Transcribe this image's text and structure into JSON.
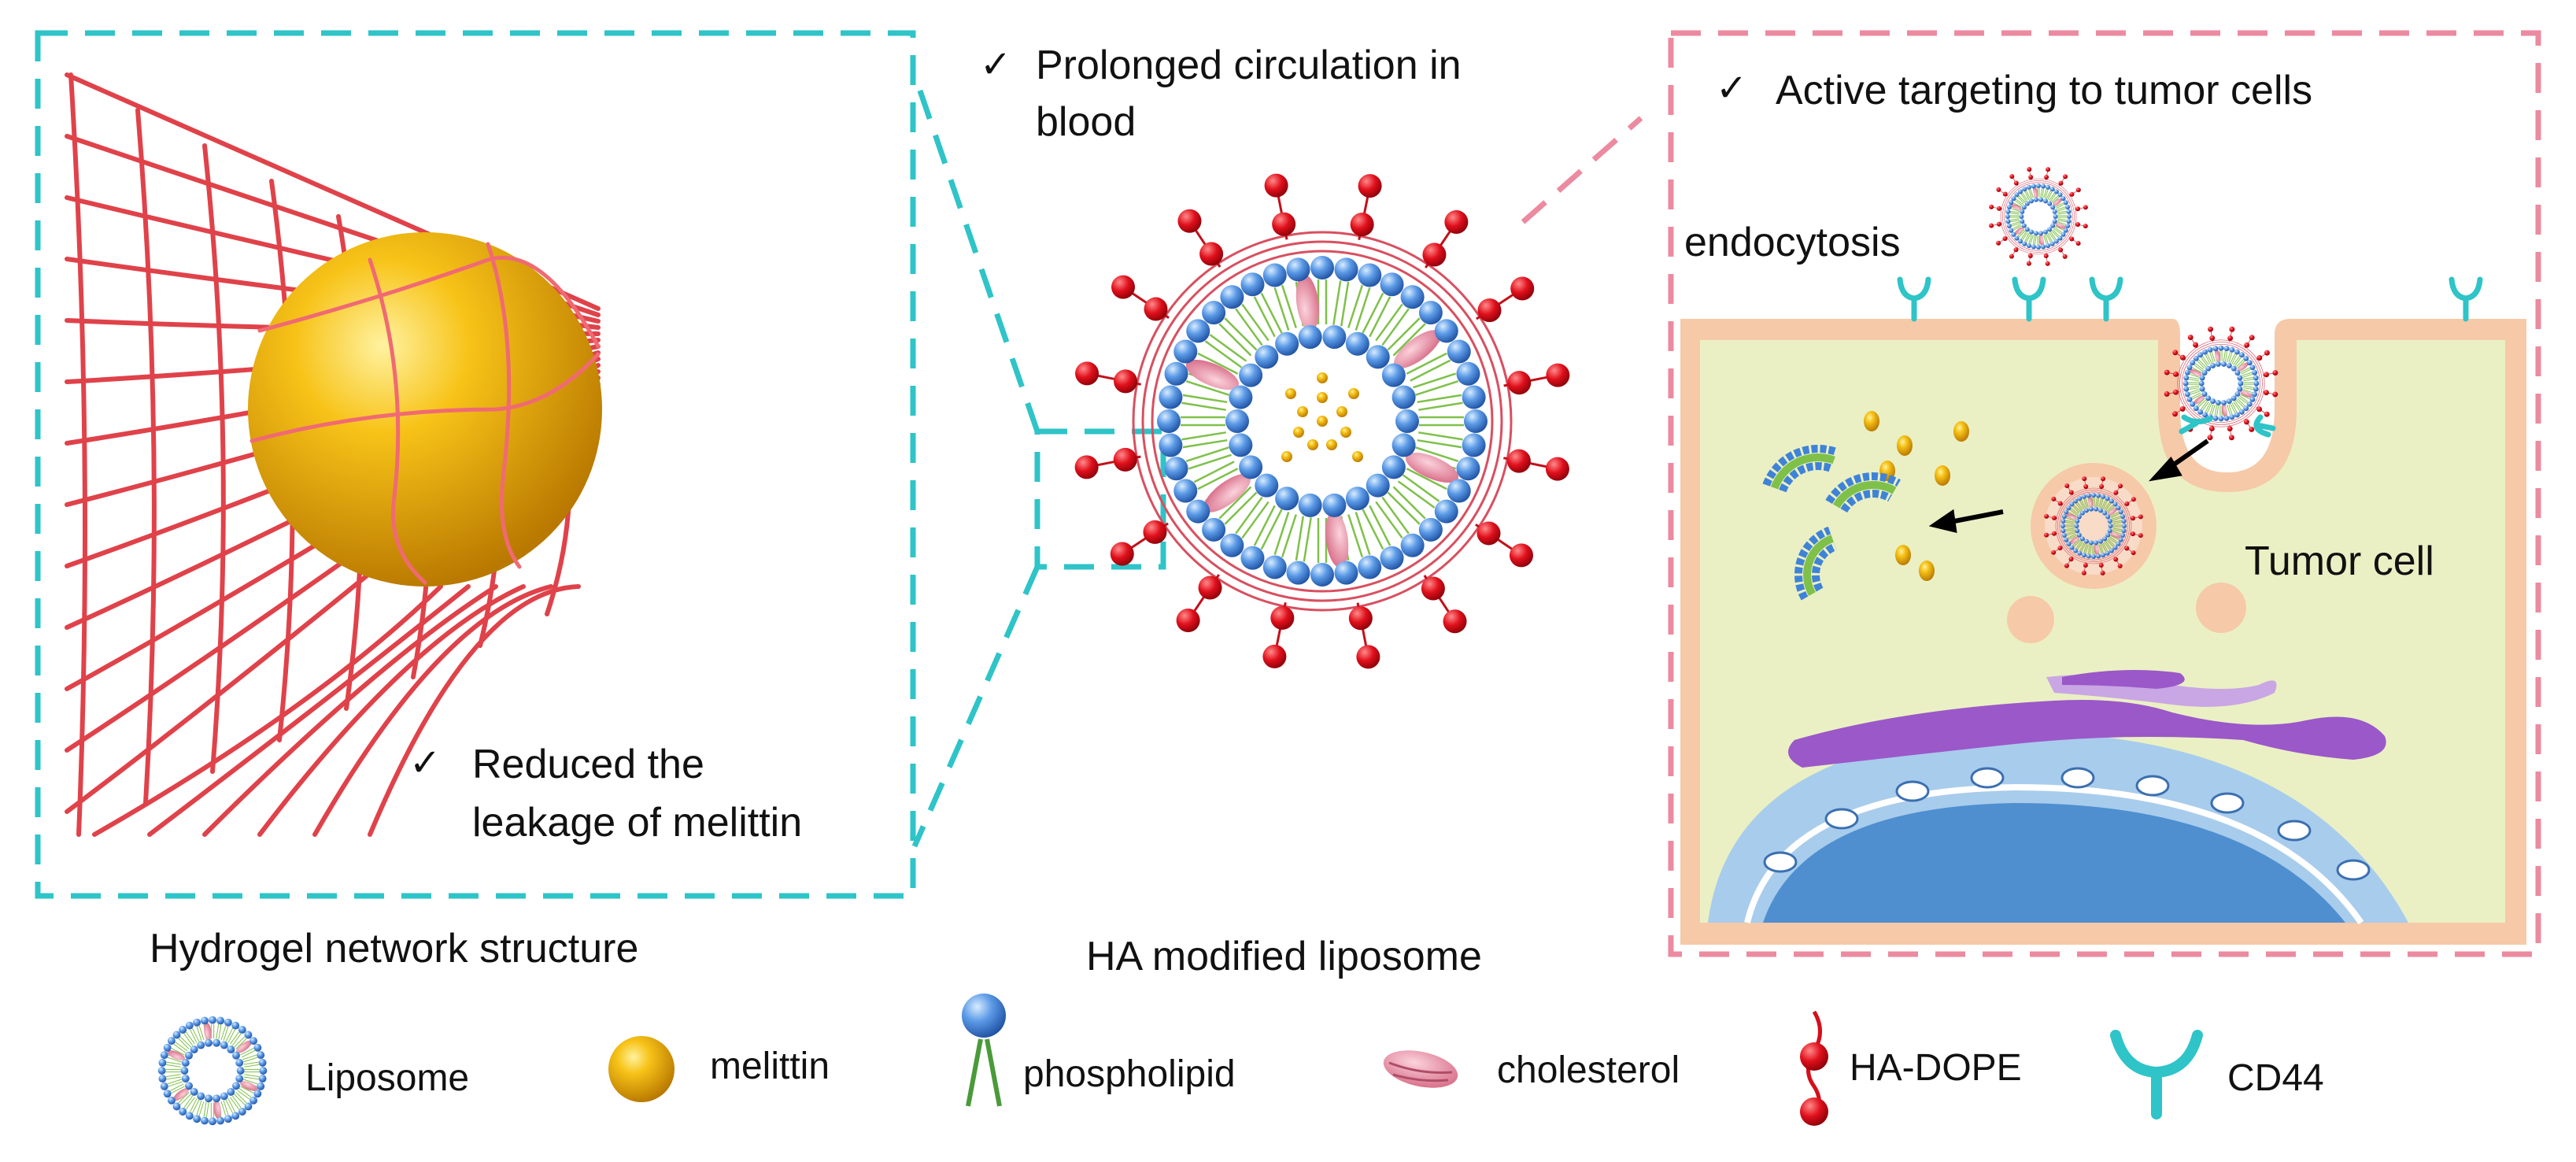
{
  "panels": {
    "hydrogel": {
      "note_line1": "Reduced the",
      "note_line2": "leakage of melittin",
      "caption": "Hydrogel network structure"
    },
    "liposome": {
      "note_line1": "Prolonged circulation in",
      "note_line2": "blood",
      "caption": "HA modified liposome"
    },
    "tumor": {
      "note": "Active targeting to tumor cells",
      "endocytosis_label": "endocytosis",
      "tumor_cell_label": "Tumor cell"
    }
  },
  "check_mark": "✓",
  "legend": [
    {
      "label": "Liposome",
      "icon": "liposome-icon"
    },
    {
      "label": "melittin",
      "icon": "melittin-icon"
    },
    {
      "label": "phospholipid",
      "icon": "phospholipid-icon"
    },
    {
      "label": "cholesterol",
      "icon": "cholesterol-icon"
    },
    {
      "label": "HA-DOPE",
      "icon": "ha-dope-icon"
    },
    {
      "label": "CD44",
      "icon": "cd44-icon"
    }
  ],
  "colors": {
    "cyan_frame": "#2ec4c8",
    "pink_frame": "#ec8aa0",
    "mesh": "#e0424a",
    "melittin": "#f0b400",
    "phospholipid_head": "#3f83d8",
    "tail": "#7fc04a",
    "ha_dope": "#d40f1a",
    "cytoplasm": "#eaf0c4",
    "membrane": "#f6c9a8",
    "nucleus": "#4f8fd0"
  }
}
